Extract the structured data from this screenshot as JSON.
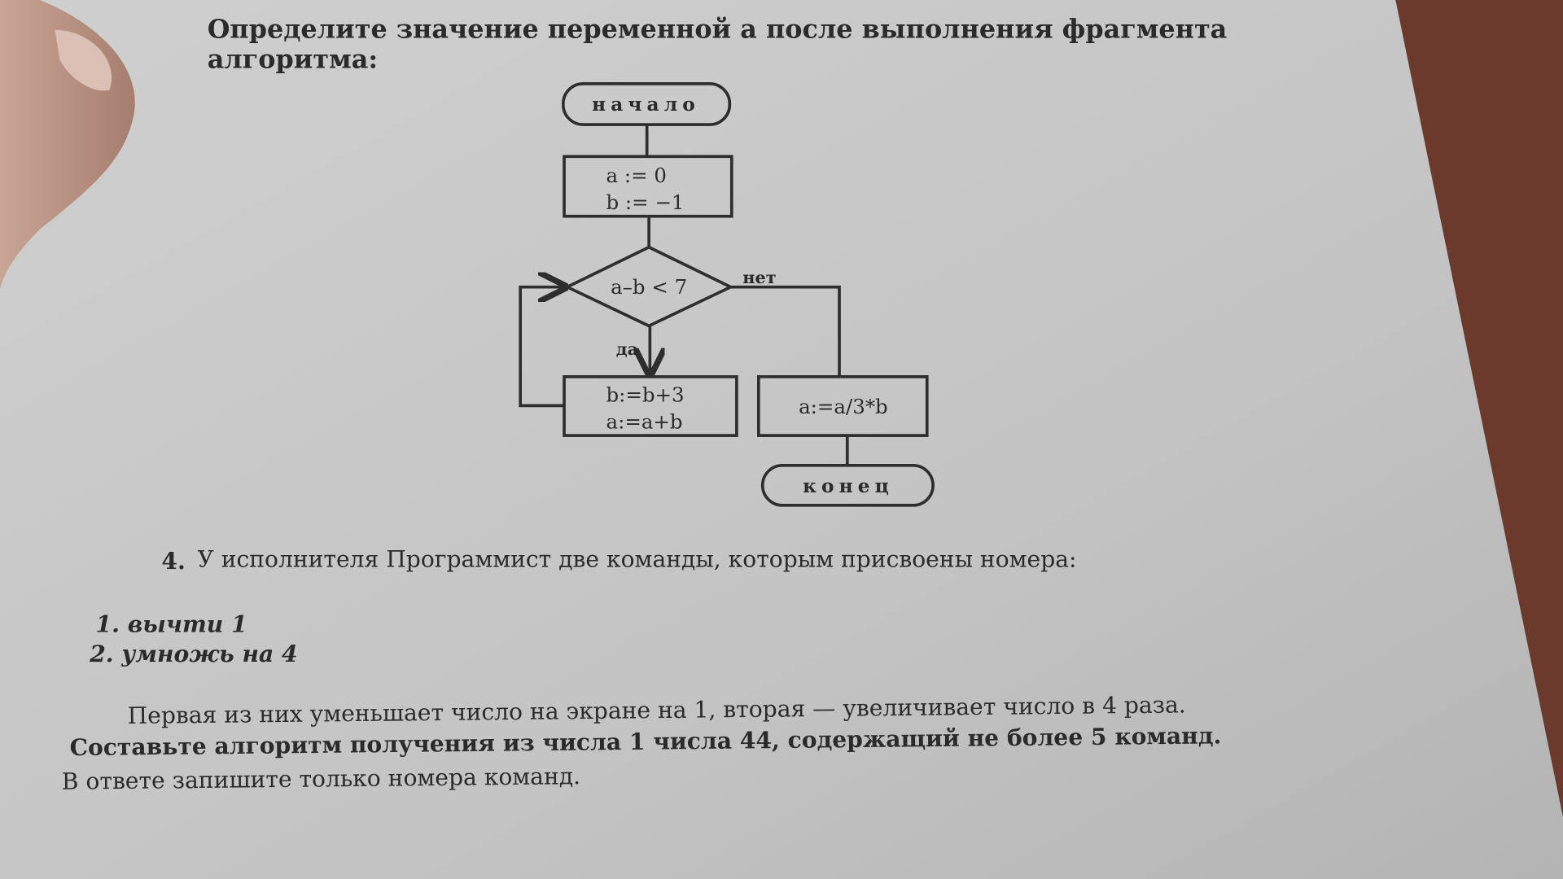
{
  "task3": {
    "question_line1": "Определите значение переменной a после выполнения фрагмента",
    "question_line2": "алгоритма:"
  },
  "flowchart": {
    "start": "начало",
    "init_line1": "a := 0",
    "init_line2": "b := −1",
    "condition": "a–b < 7",
    "no_label": "нет",
    "yes_label": "да",
    "loop_line1": "b:=b+3",
    "loop_line2": "a:=a+b",
    "final": "a:=a/3*b",
    "end": "конец"
  },
  "task4": {
    "number": "4.",
    "intro": "У исполнителя Программист две команды, которым присвоены номера:",
    "commands": [
      "1. вычти 1",
      "2. умножь на 4"
    ],
    "desc": "Первая из них уменьшает число на экране на 1, вторая — увеличивает число в 4 раза.",
    "task": "Составьте алгоритм получения из числа 1 числа 44, содержащий не более 5 команд.",
    "answer_note": "В ответе запишите только номера команд."
  }
}
